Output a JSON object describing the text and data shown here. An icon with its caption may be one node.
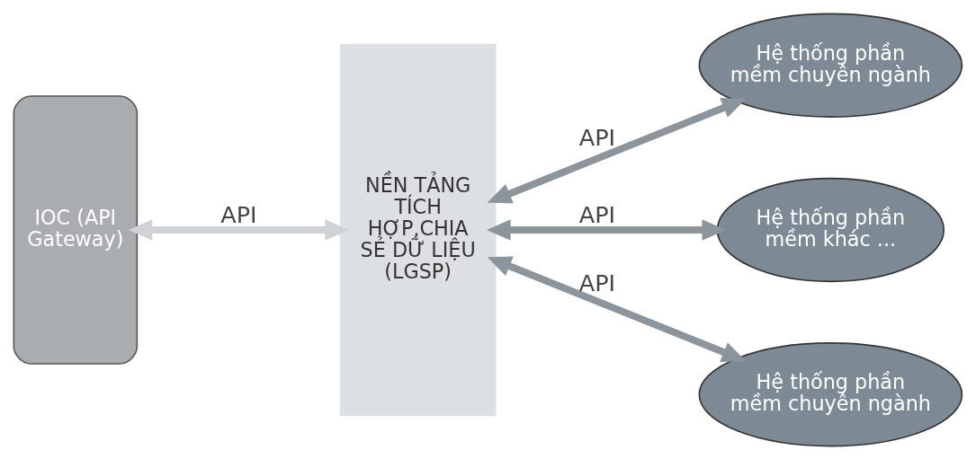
{
  "diagram": {
    "nodes": [
      {
        "text": [
          "IOC (API Gateway)"
        ]
      },
      {
        "text": [
          "NỀN TẢNG TÍCH HỢP,CHIA SẺ DỮ LIỆU (LGSP)"
        ]
      },
      {
        "text": [
          "Hệ thống phần mềm chuyên ngành"
        ]
      },
      {
        "text": [
          "Hệ thống phần mềm khác ..."
        ]
      },
      {
        "text": [
          "Hệ thống phần mềm chuyên ngành"
        ]
      }
    ],
    "edges": [
      {
        "from": 0,
        "to": 1,
        "arrow": "both",
        "label": "API",
        "color": "#cfd3d6"
      },
      {
        "from": 1,
        "to": 2,
        "arrow": "both",
        "label": "API"
      },
      {
        "from": 1,
        "to": 3,
        "arrow": "both",
        "label": "API"
      },
      {
        "from": 1,
        "to": 4,
        "arrow": "both",
        "label": "API"
      }
    ]
  }
}
